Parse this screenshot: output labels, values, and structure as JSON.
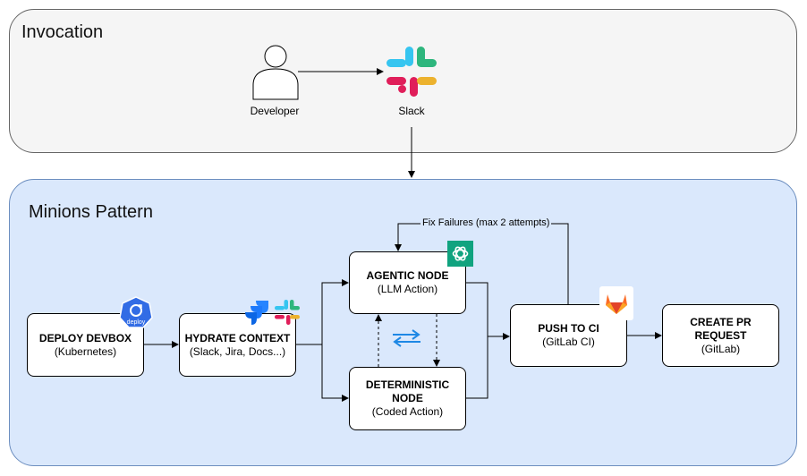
{
  "invocation": {
    "title": "Invocation",
    "developer_label": "Developer",
    "slack_label": "Slack"
  },
  "minions": {
    "title": "Minions Pattern"
  },
  "nodes": {
    "devbox": {
      "title": "DEPLOY DEVBOX",
      "sub": "(Kubernetes)"
    },
    "hydrate": {
      "title": "HYDRATE CONTEXT",
      "sub": "(Slack, Jira, Docs...)"
    },
    "agentic": {
      "title": "AGENTIC NODE",
      "sub": "(LLM Action)"
    },
    "deterministic": {
      "title": "DETERMINISTIC NODE",
      "sub": "(Coded Action)"
    },
    "push": {
      "title": "PUSH TO CI",
      "sub": "(GitLab CI)"
    },
    "create": {
      "title": "CREATE PR REQUEST",
      "sub": "(GitLab)"
    }
  },
  "edges": {
    "fix_label": "Fix Failures (max 2 attempts)"
  },
  "icons": {
    "developer": "user-icon",
    "slack": "slack-icon",
    "kubernetes": "kubernetes-deploy-icon",
    "kubernetes_text": "deploy",
    "jira": "jira-icon",
    "slack_small": "slack-icon",
    "llm": "openai-icon",
    "swap": "swap-arrows-icon",
    "gitlab": "gitlab-icon"
  },
  "colors": {
    "invocation_bg": "#f5f5f5",
    "minions_bg": "#dae8fc",
    "minions_border": "#6c8ebf",
    "k8s": "#326ce5",
    "llm": "#10a37f",
    "jira": "#2684ff",
    "gitlab": "#fc6d26"
  }
}
